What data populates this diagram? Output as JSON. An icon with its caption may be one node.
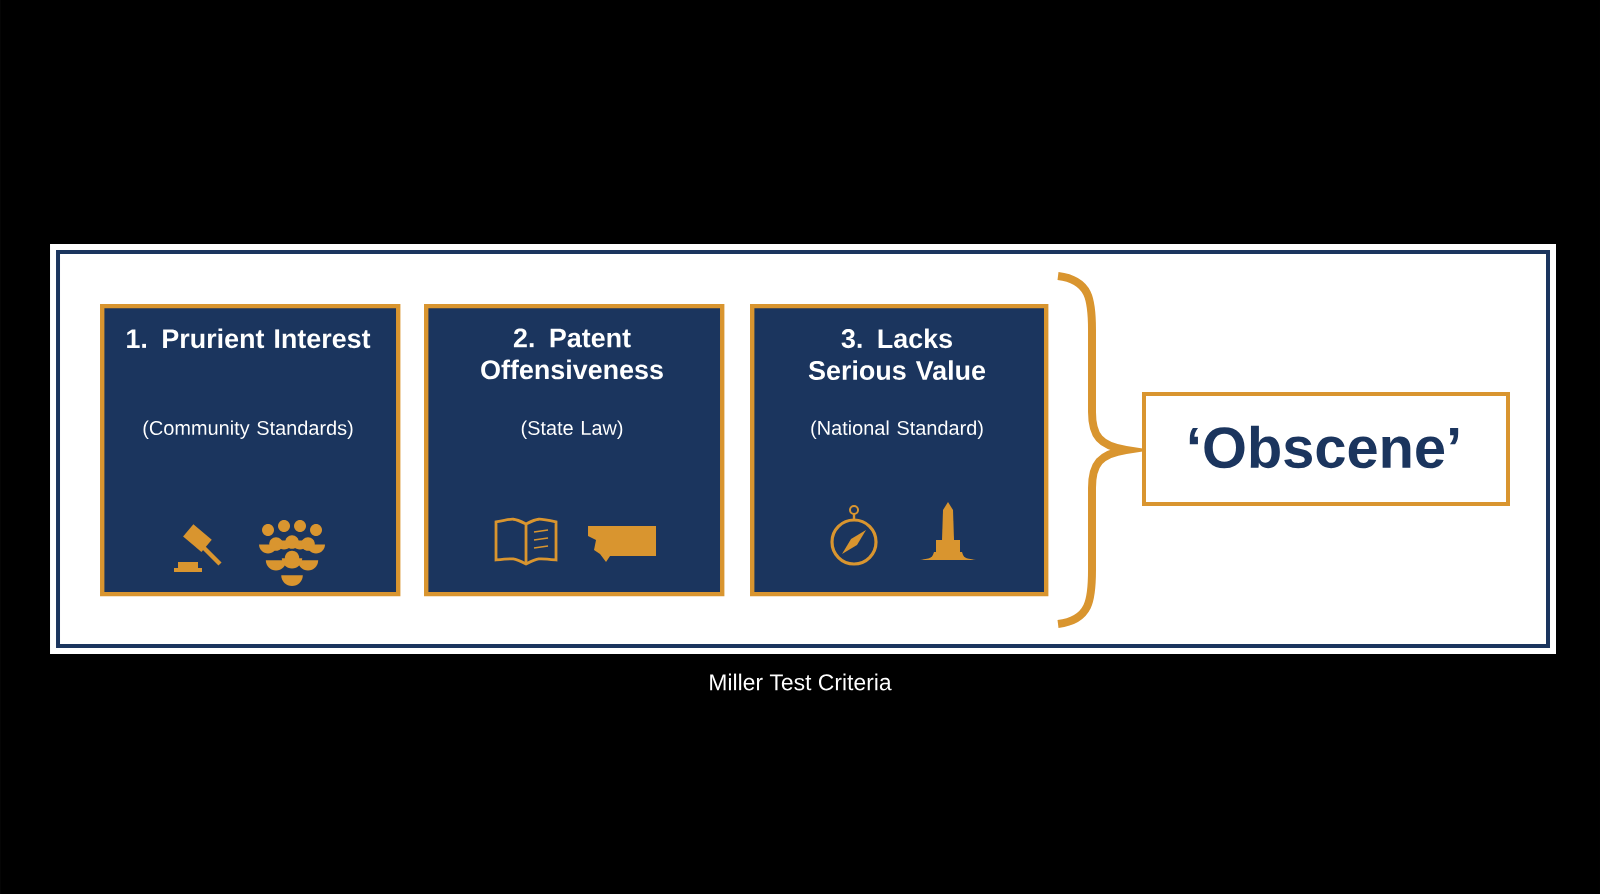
{
  "diagram": {
    "caption": "Miller Test Criteria",
    "nodes": [
      {
        "text": [
          "1. Prurient Interest",
          "(Community Standards)"
        ]
      },
      {
        "text": [
          "2. Patent Offensiveness",
          "(State Law)"
        ]
      },
      {
        "text": [
          "3. Lacks Serious Value",
          "(National Standard)"
        ]
      },
      {
        "text": [
          "‘Obscene’"
        ]
      }
    ]
  }
}
